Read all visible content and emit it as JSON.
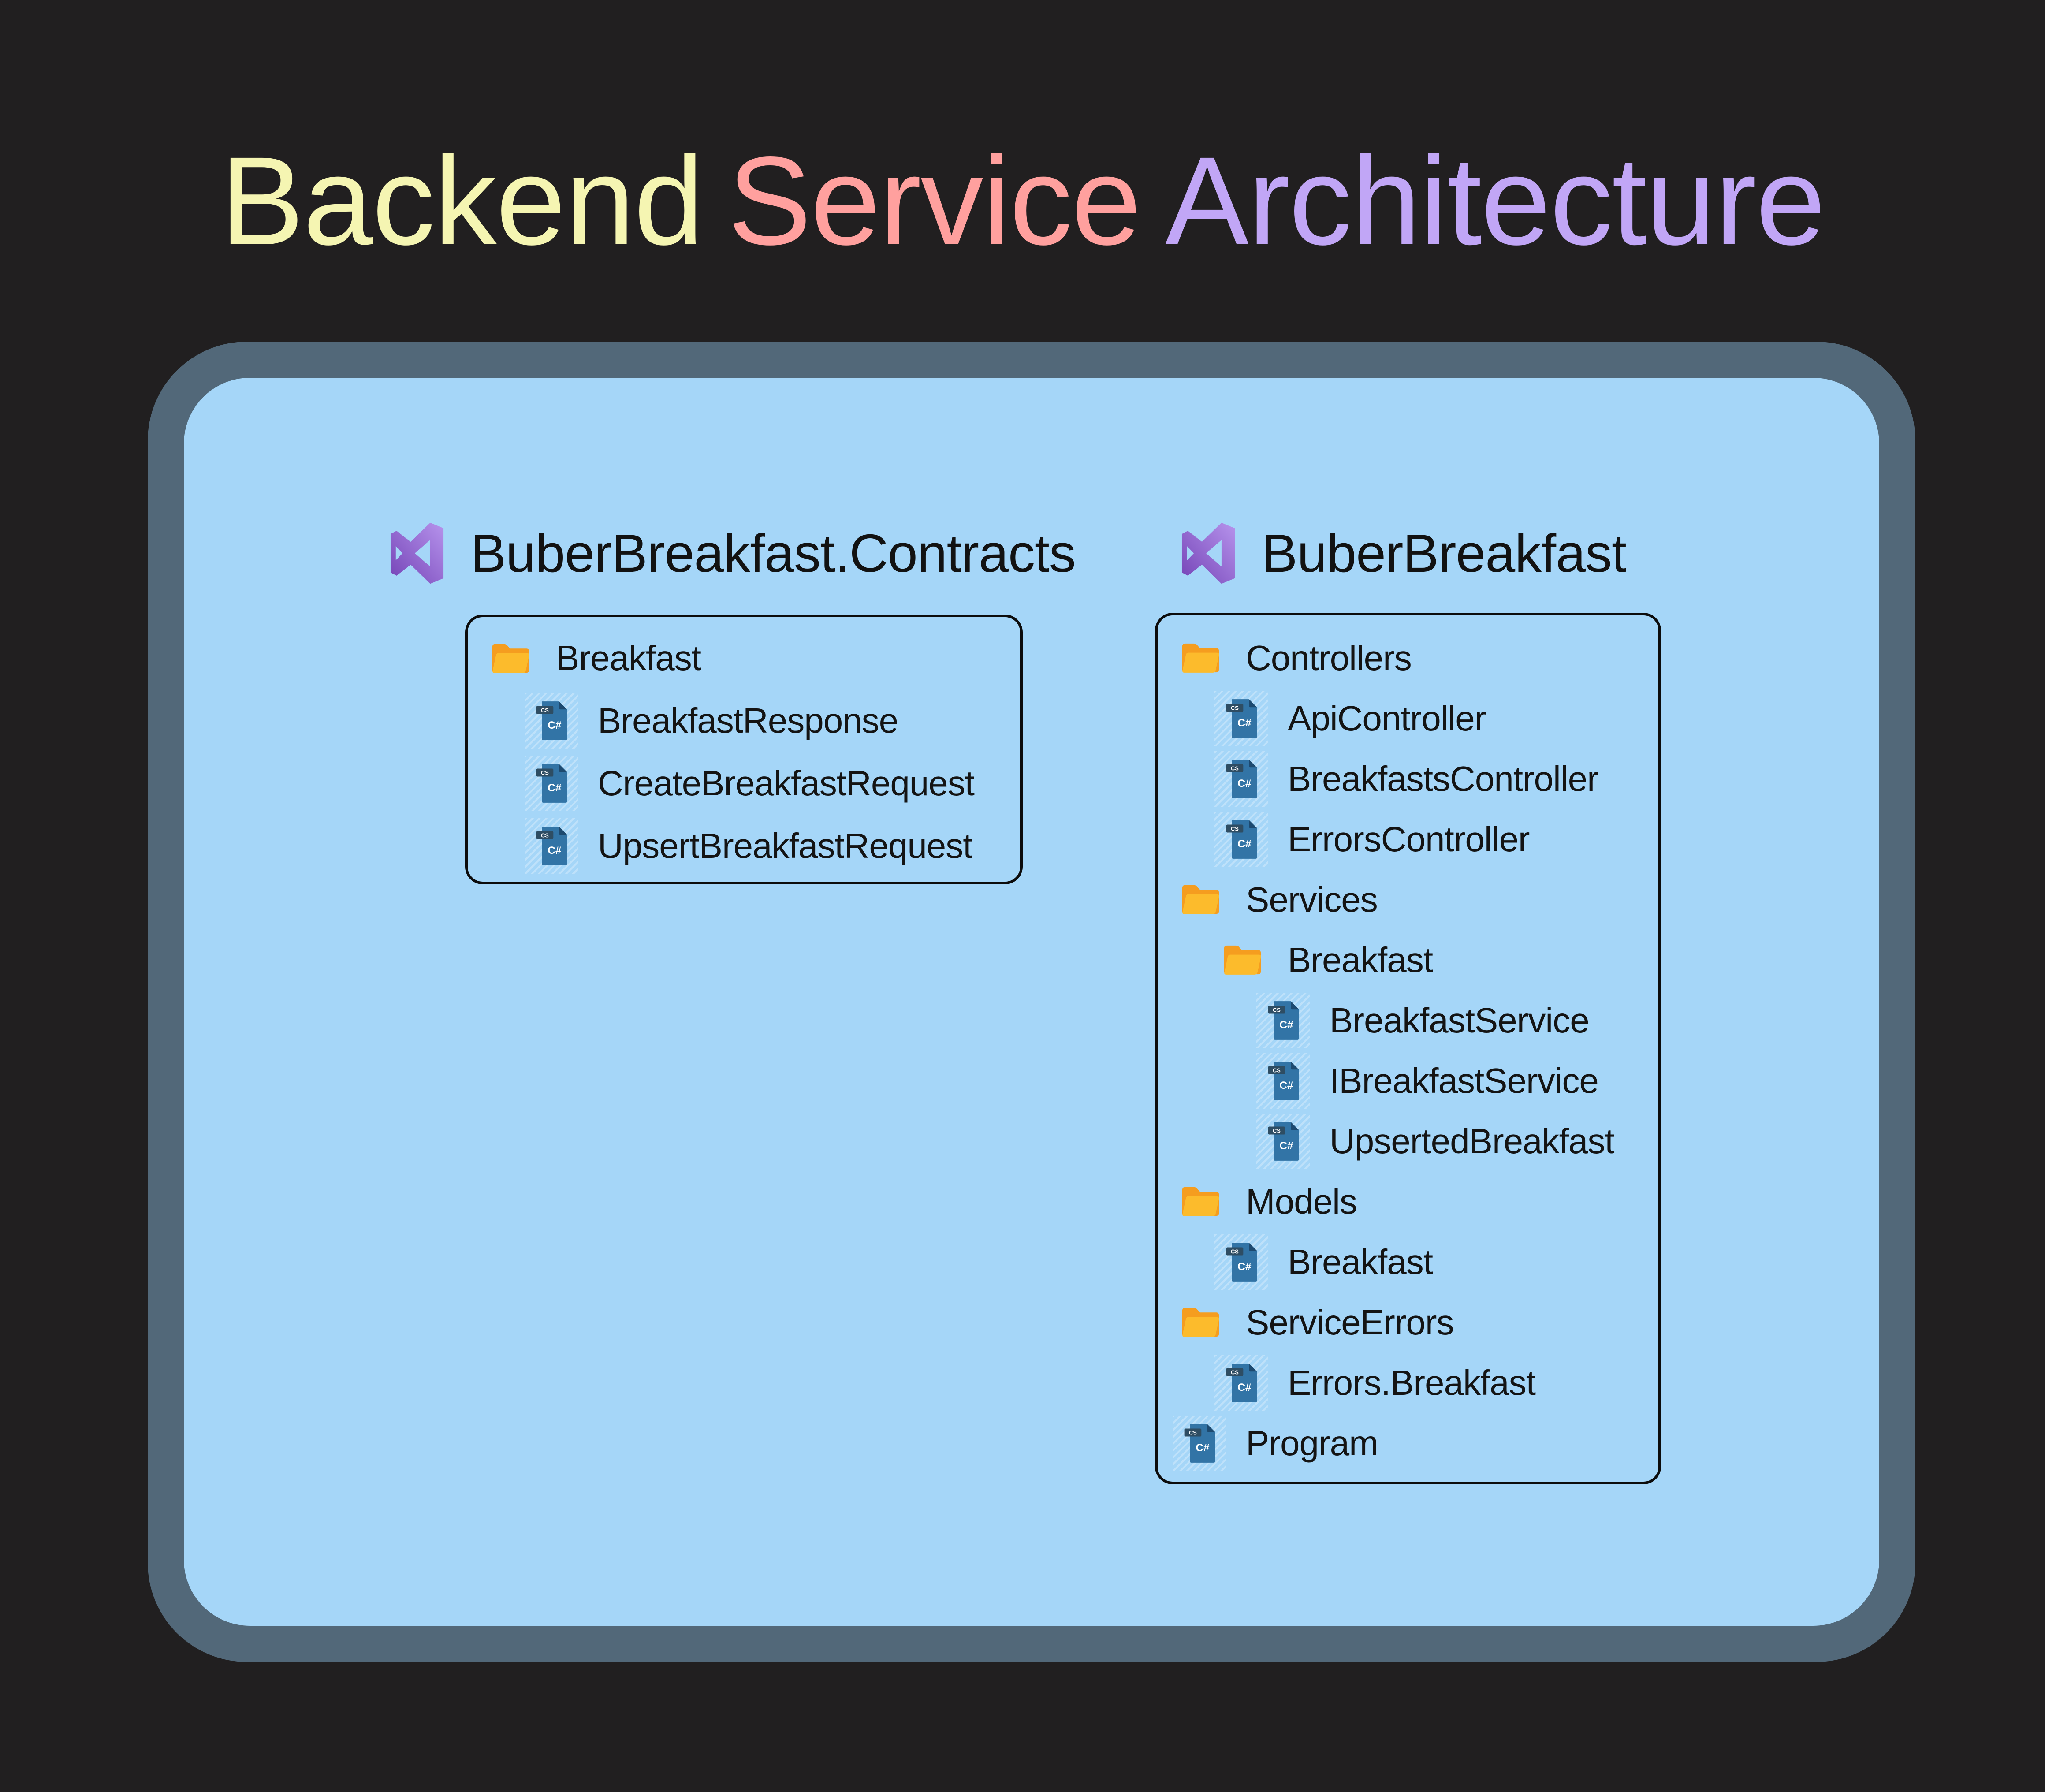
{
  "title": {
    "text": "Backend Service Architecture",
    "words": [
      {
        "text": "Backend",
        "color": "#f5f5b2"
      },
      {
        "text": "Service",
        "color": "#ffa09e"
      },
      {
        "text": "Architecture",
        "color": "#c1a6f6"
      }
    ]
  },
  "colors": {
    "background": "#211f20",
    "panel_border": "#526879",
    "panel_fill": "#a5d6f8",
    "box_border": "#0c0c0c",
    "text": "#141414",
    "folder_front": "#fcbb2c",
    "folder_back": "#f59d1f",
    "file_body": "#3274a6",
    "file_fold": "#1d4a70",
    "file_badge_bg": "#2e4d63",
    "vs_purple_dark": "#7443b6",
    "vs_purple_light": "#b693ec"
  },
  "file_icon": {
    "badge": "CS",
    "label": "C#"
  },
  "projects": [
    {
      "name": "BuberBreakfast.Contracts",
      "icon": "visual-studio-icon",
      "items": [
        {
          "label": "Breakfast",
          "type": "folder",
          "level": 0
        },
        {
          "label": "BreakfastResponse",
          "type": "csharp-file",
          "level": 1
        },
        {
          "label": "CreateBreakfastRequest",
          "type": "csharp-file",
          "level": 1
        },
        {
          "label": "UpsertBreakfastRequest",
          "type": "csharp-file",
          "level": 1
        }
      ]
    },
    {
      "name": "BuberBreakfast",
      "icon": "visual-studio-icon",
      "items": [
        {
          "label": "Controllers",
          "type": "folder",
          "level": 0
        },
        {
          "label": "ApiController",
          "type": "csharp-file",
          "level": 1
        },
        {
          "label": "BreakfastsController",
          "type": "csharp-file",
          "level": 1
        },
        {
          "label": "ErrorsController",
          "type": "csharp-file",
          "level": 1
        },
        {
          "label": "Services",
          "type": "folder",
          "level": 0
        },
        {
          "label": "Breakfast",
          "type": "folder",
          "level": 1
        },
        {
          "label": "BreakfastService",
          "type": "csharp-file",
          "level": 2
        },
        {
          "label": "IBreakfastService",
          "type": "csharp-file",
          "level": 2
        },
        {
          "label": "UpsertedBreakfast",
          "type": "csharp-file",
          "level": 2
        },
        {
          "label": "Models",
          "type": "folder",
          "level": 0
        },
        {
          "label": "Breakfast",
          "type": "csharp-file",
          "level": 1
        },
        {
          "label": "ServiceErrors",
          "type": "folder",
          "level": 0
        },
        {
          "label": "Errors.Breakfast",
          "type": "csharp-file",
          "level": 1
        },
        {
          "label": "Program",
          "type": "csharp-file",
          "level": 0
        }
      ]
    }
  ]
}
